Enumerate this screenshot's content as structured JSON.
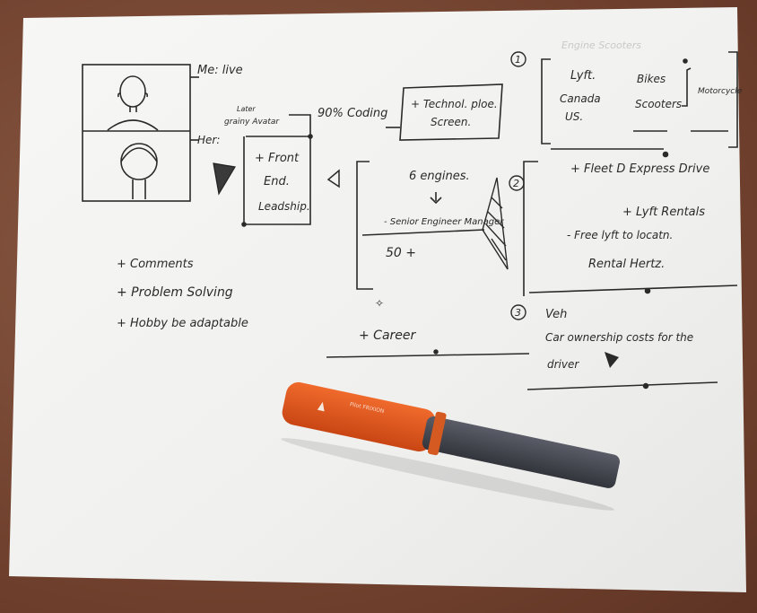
{
  "left": {
    "me": "Me: live",
    "her_label": "Her:",
    "later": "Later",
    "grainy": "grainy Avatar",
    "front_end": [
      "+ Front",
      "End.",
      "Leadship."
    ],
    "bullets": [
      "+ Comments",
      "+ Problem Solving",
      "+ Hobby be adaptable"
    ]
  },
  "middle": {
    "coding": "90% Coding",
    "tech": [
      "+ Technol. ploe.",
      "Screen."
    ],
    "engines": "6 engines.",
    "manager": "- Senior Engineer Manager",
    "fifty": "50 +",
    "career": "+ Career"
  },
  "right": {
    "n1": "1",
    "n2": "2",
    "n3": "3",
    "faded_title": "Engine Scooters",
    "lyft": "Lyft.",
    "canada": "Canada",
    "us": "US.",
    "bikes": "Bikes",
    "scooters": "Scooters",
    "motorcycle": "Motorcycle",
    "fleet": "+ Fleet D Express Drive",
    "lyft_rentals": "+ Lyft Rentals",
    "free_lyft": "- Free lyft to locatn.",
    "rental": "Rental Hertz.",
    "vehicle": "Veh",
    "car_ownership": "Car ownership costs for the",
    "driver": "driver"
  },
  "marker": {
    "brand": "Pilot FRIXION"
  }
}
